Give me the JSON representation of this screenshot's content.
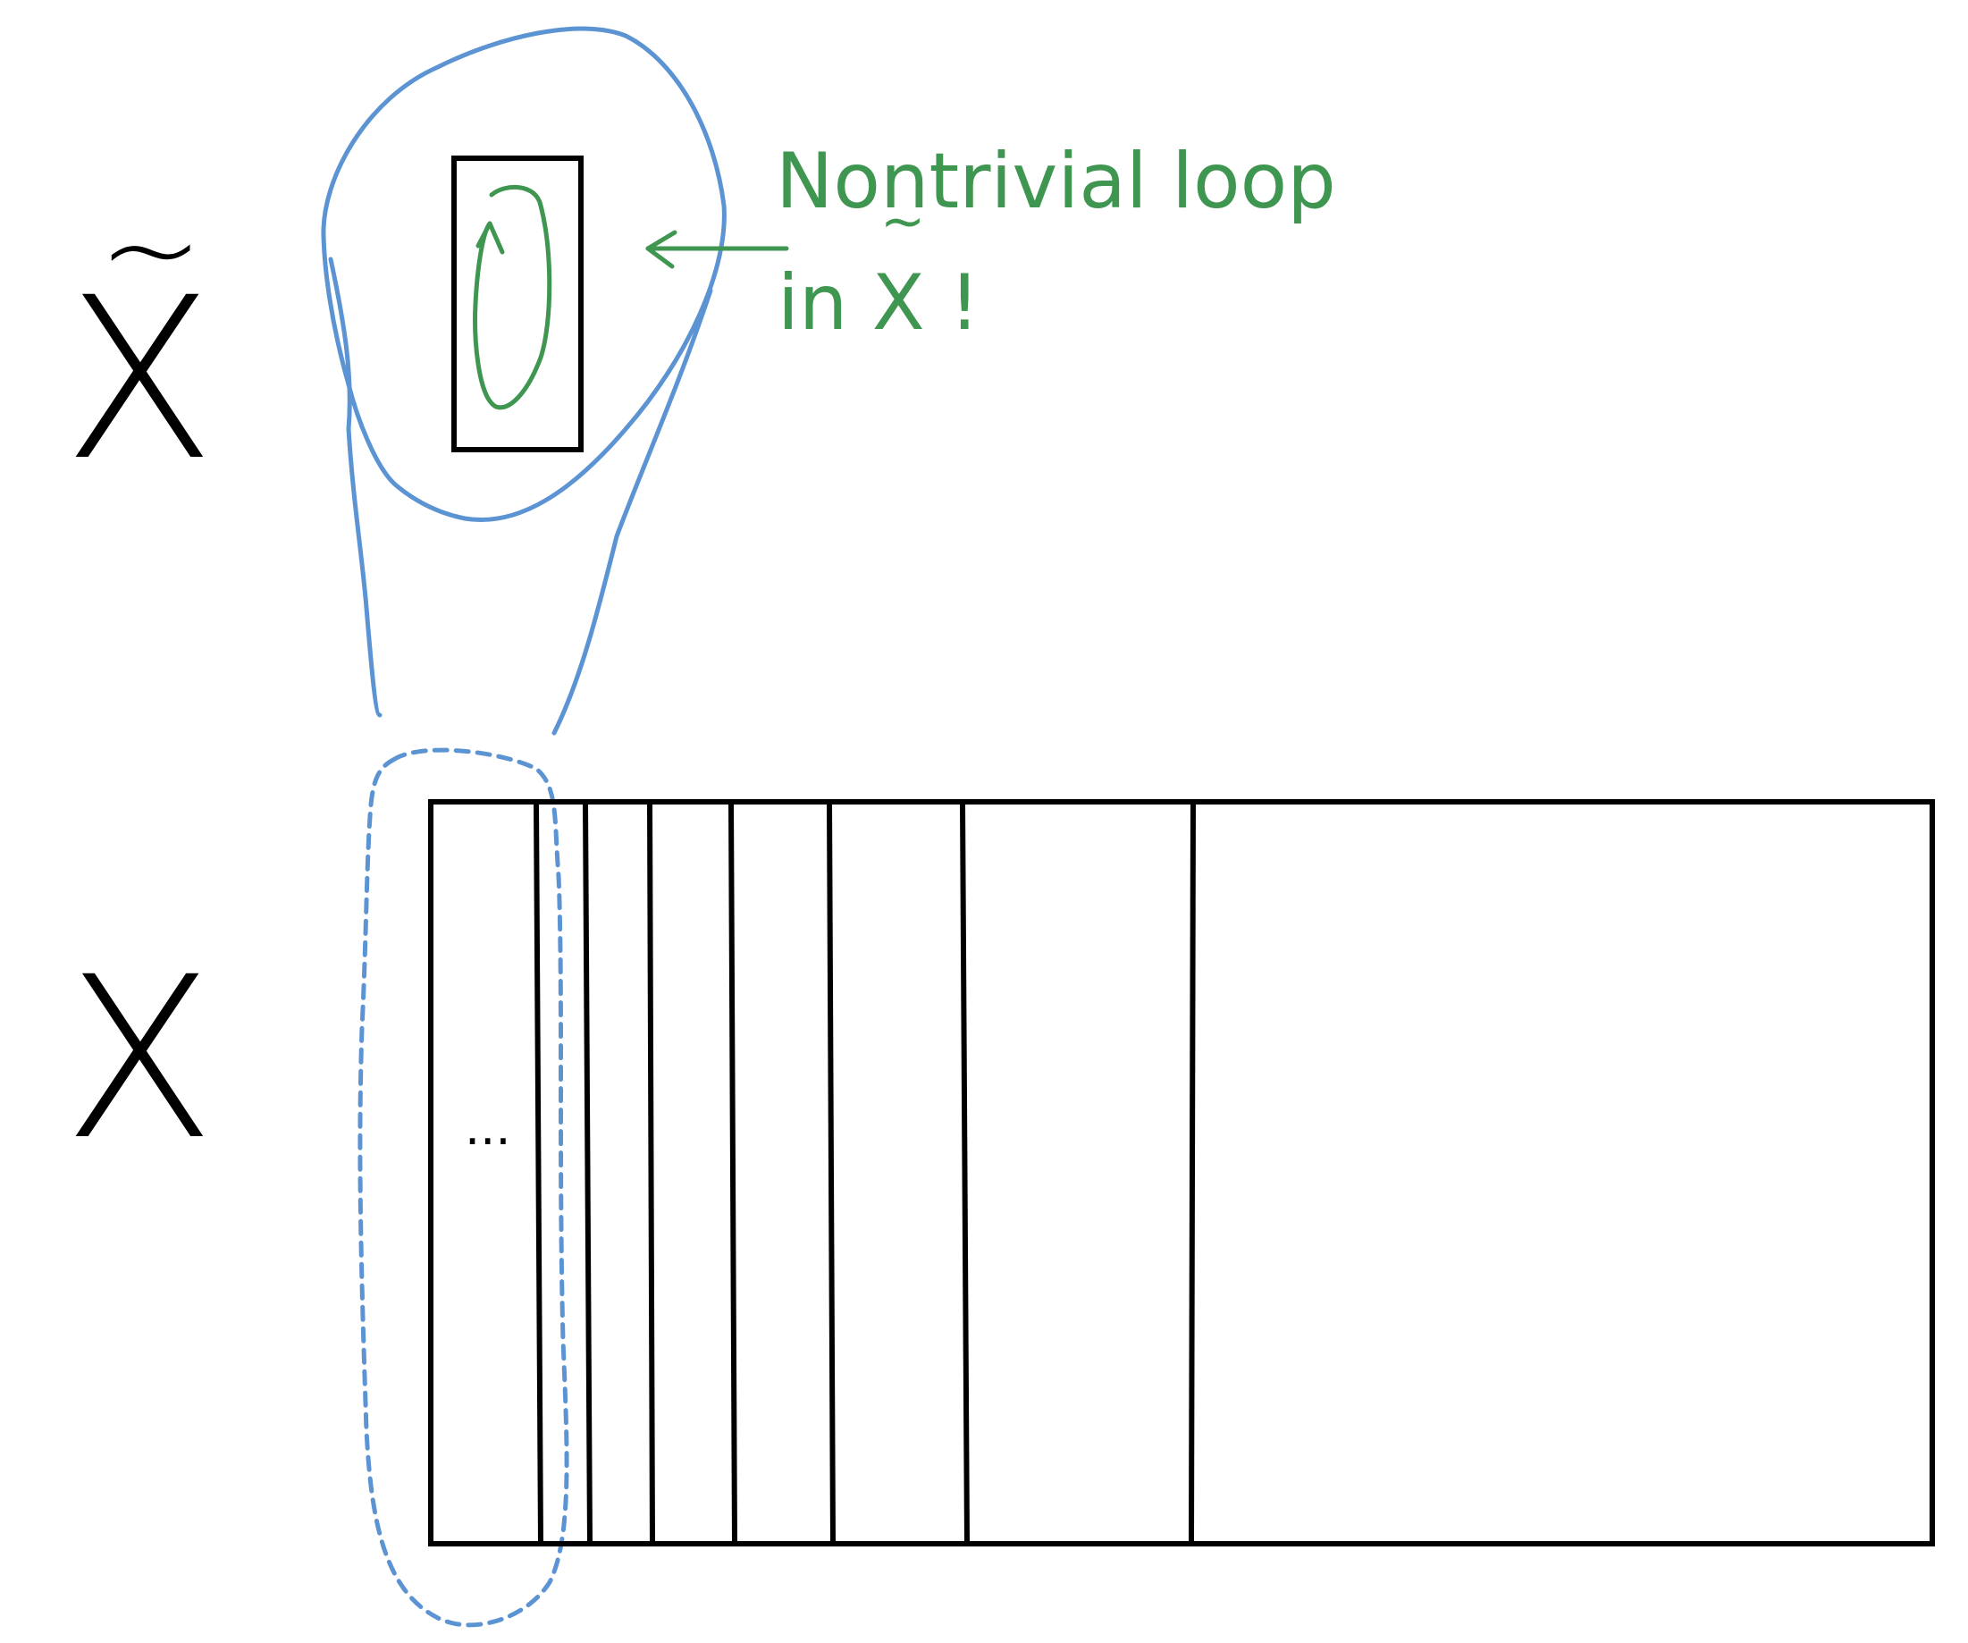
{
  "diagram": {
    "colors": {
      "ink": "#000000",
      "highlight": "#5b93d3",
      "annotation": "#3f9650"
    },
    "labels": {
      "cover_space": "X",
      "cover_tilde": "~",
      "base_space": "X",
      "ellipsis": "..."
    },
    "annotation": {
      "line1": "Nontrivial loop",
      "line2": "in X !",
      "tilde": "~"
    }
  }
}
